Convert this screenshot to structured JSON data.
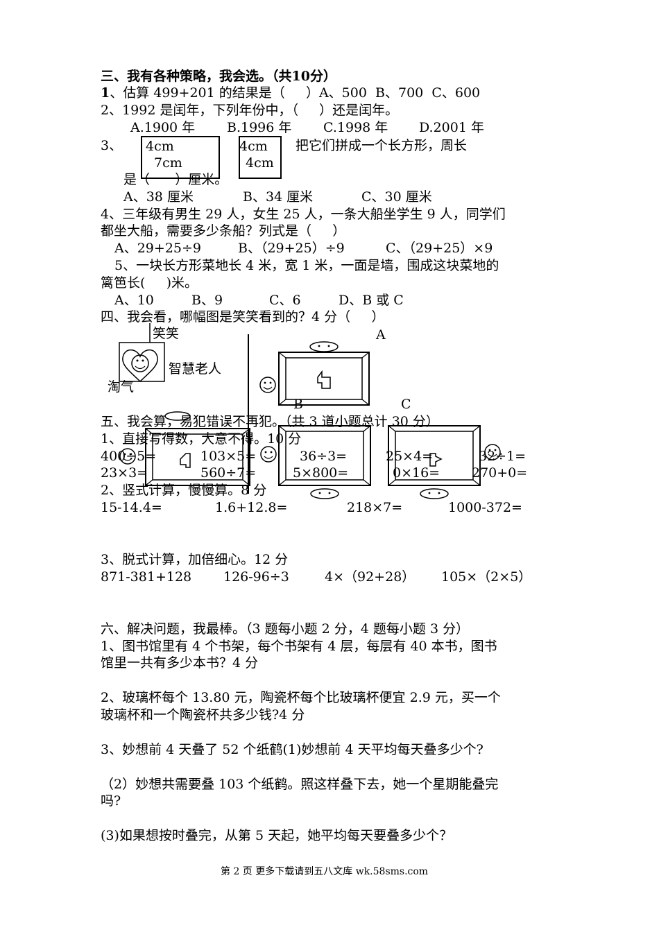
{
  "s3": {
    "title": "三、我有各种策略，我会选。（共",
    "title_pts": "10",
    "title_end": "分）",
    "q1_num": "1",
    "q1": "、估算 499+201 的结果是（     ）A、500  B、700  C、600",
    "q2": "2、1992 是闰年，下列年份中，（     ）还是闰年。",
    "q2_a": "A.1900 年",
    "q2_b": "B.1996 年",
    "q2_c": "C.1998 年",
    "q2_d": "D.2001 年",
    "q3_num": "3、",
    "q3_rect1_w": "4cm",
    "q3_rect1_h": "7cm",
    "q3_rect2_w": "4cm",
    "q3_rect2_h": "4cm",
    "q3_text": "把它们拼成一个长方形，周长",
    "q3_text2": "是（      ）厘米。",
    "q3_a": "A、38 厘米",
    "q3_b": "B、34 厘米",
    "q3_c": "C、30 厘米",
    "q4_line1": "4、三年级有男生 29 人，女生 25 人，一条大船坐学生 9 人，同学们",
    "q4_line2": "都坐大船，需要多少条船？列式是（     ）",
    "q4_a": "A、29+25÷9",
    "q4_b": "B、（29+25）÷9",
    "q4_c": "C、（29+25）×9",
    "q5_line1": "5、一块长方形菜地长 4 米，宽 1 米，一面是墙，围成这块菜地的",
    "q5_line2": "篱笆长(     )米。",
    "q5_a": "A、10",
    "q5_b": "B、9",
    "q5_c": "C、6",
    "q5_d": "D、B 或 C"
  },
  "s4": {
    "title": "四、我会看，哪幅图是笑笑看到的？4 分（     ）",
    "label_xiaoxiao": "笑笑",
    "label_elder": "智慧老人",
    "label_taoqi": "淘气",
    "label_a": "A",
    "label_b": "B",
    "label_c": "C"
  },
  "s5": {
    "title": "五、我会算，易犯错误不再犯。（共 3 道小题总计 30 分）",
    "p1_title": "1、直接写得数，大意不得。10 分",
    "p1_row1": [
      "400÷5=",
      "103×5=",
      "36÷3=",
      "25×4=",
      "32÷1="
    ],
    "p1_row2": [
      "23×3=",
      "560÷7=",
      "5×800=",
      "0×16=",
      "270+0="
    ],
    "p2_title": "2、竖式计算，慢慢算。8 分",
    "p2_row": [
      "15-14.4=",
      "1.6+12.8=",
      "218×7=",
      "1000-372="
    ],
    "p3_title": "3、脱式计算，加倍细心。12 分",
    "p3_row": [
      "871-381+128",
      "126-96÷3",
      "4×（92+28）",
      "105×（2×5）"
    ]
  },
  "s6": {
    "title": "六、解决问题，我最棒。（3 题每小题 2 分，4 题每小题 3 分）",
    "q1_line1": "1、图书馆里有 4 个书架，每个书架有 4 层，每层有 40 本书，图书",
    "q1_line2": "馆里一共有多少本书？4 分",
    "q2_line1": "2、玻璃杯每个 13.80 元，陶瓷杯每个比玻璃杯便宜 2.9 元，买一个",
    "q2_line2": "玻璃杯和一个陶瓷杯共多少钱?4 分",
    "q3_line1": "3、妙想前 4 天叠了 52 个纸鹤(1)妙想前 4 天平均每天叠多少个?",
    "q3_p2_line1": "（2）妙想共需要叠 103 个纸鹤。照这样叠下去，她一个星期能叠完",
    "q3_p2_line2": "吗?",
    "q3_p3": "(3)如果想按时叠完，从第 5 天起，她平均每天要叠多少个？"
  },
  "footer": "第 2 页 更多下载请到五八文库 wk.58sms.com"
}
